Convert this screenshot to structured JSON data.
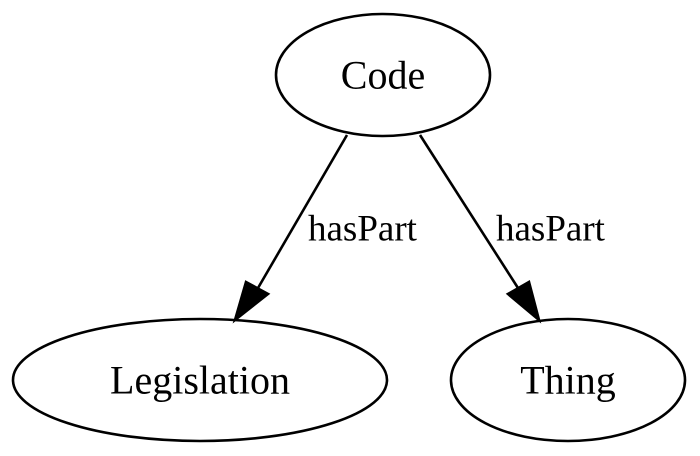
{
  "diagram": {
    "nodes": {
      "code": {
        "label": "Code"
      },
      "legislation": {
        "label": "Legislation"
      },
      "thing": {
        "label": "Thing"
      }
    },
    "edges": [
      {
        "from": "Code",
        "to": "Legislation",
        "label": "hasPart"
      },
      {
        "from": "Code",
        "to": "Thing",
        "label": "hasPart"
      }
    ],
    "colors": {
      "stroke": "#000000",
      "background": "#ffffff"
    }
  }
}
